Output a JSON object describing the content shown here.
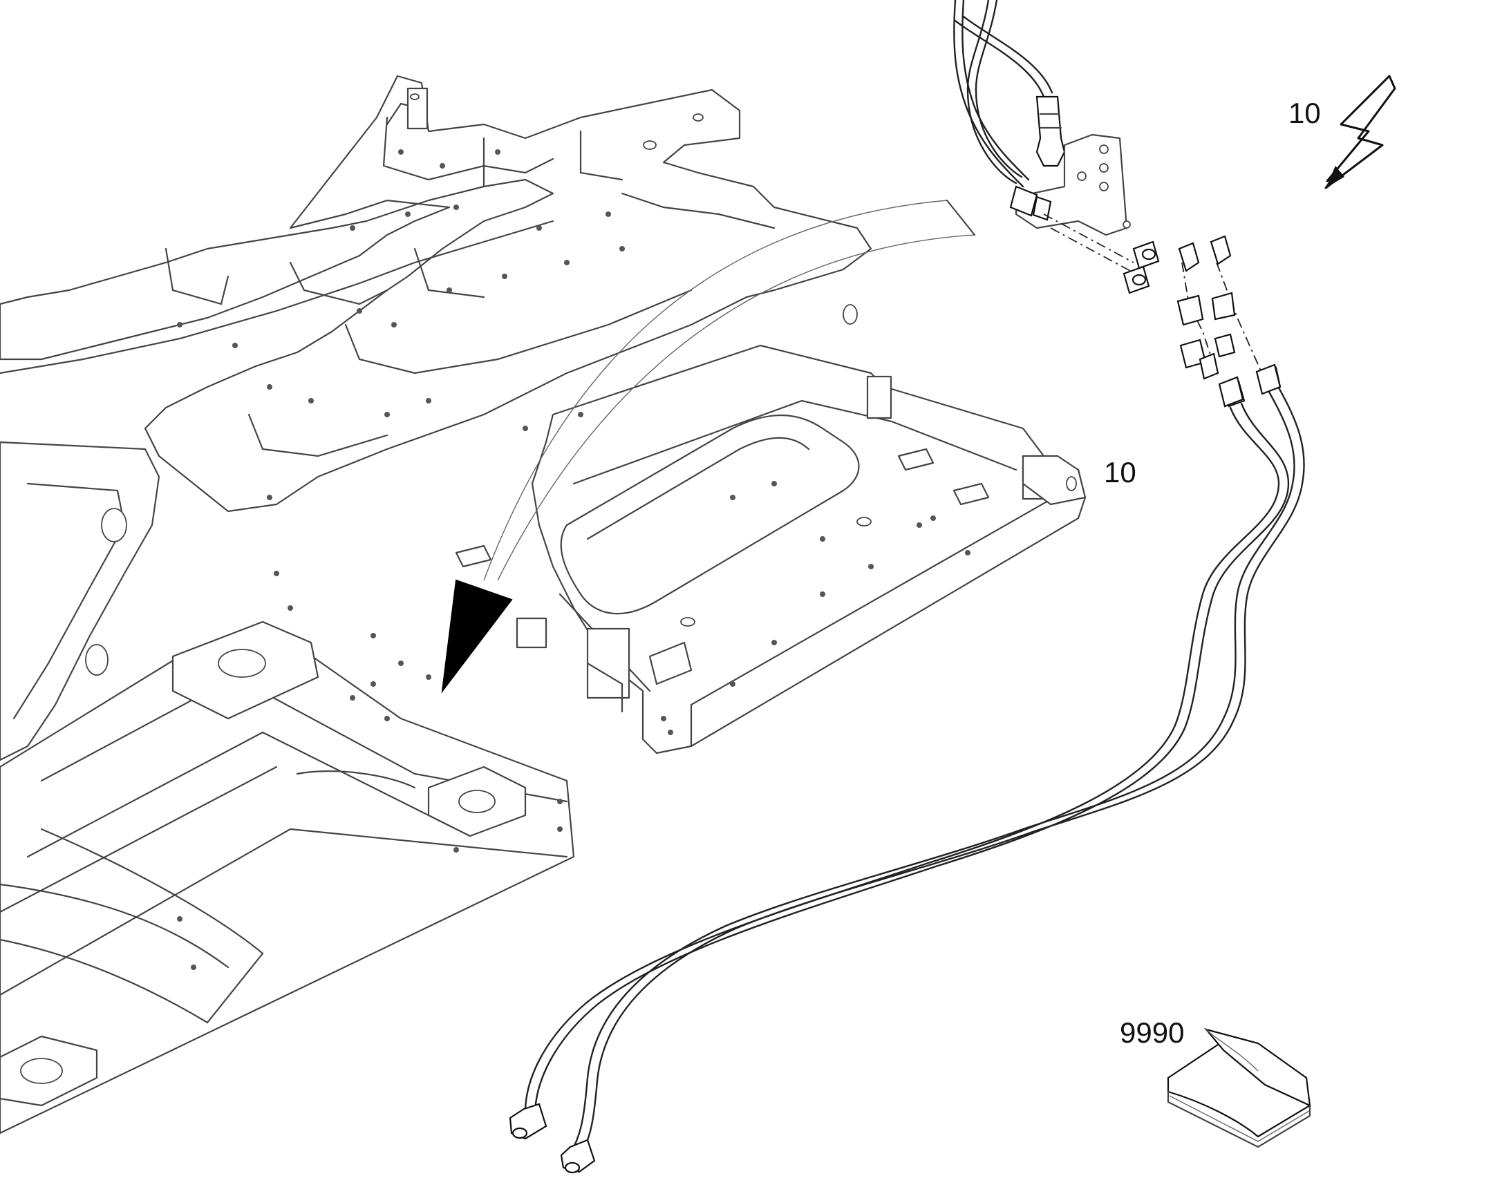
{
  "labels": {
    "electrical_ref": "10",
    "harness_ref": "10",
    "manual_ref": "9990"
  }
}
